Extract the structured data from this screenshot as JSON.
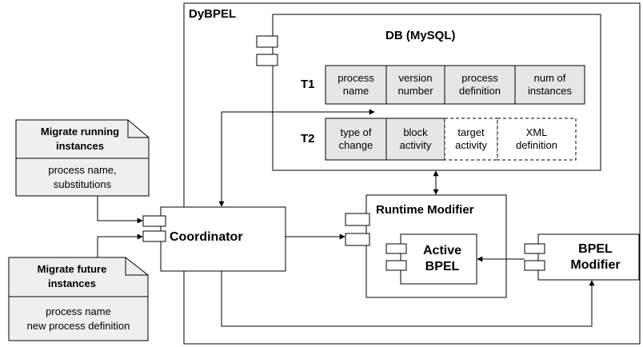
{
  "system": {
    "title": "DyBPEL"
  },
  "db": {
    "title": "DB (MySQL)",
    "t1": {
      "label": "T1",
      "cells": [
        "process\nname",
        "version\nnumber",
        "process\ndefinition",
        "num of\ninstances"
      ]
    },
    "t2": {
      "label": "T2",
      "cells": [
        "type of\nchange",
        "block\nactivity",
        "target\nactivity",
        "XML\ndefinition"
      ]
    }
  },
  "components": {
    "coordinator": "Coordinator",
    "runtime_modifier": "Runtime Modifier",
    "active_bpel": "Active\nBPEL",
    "bpel_modifier": "BPEL\nModifier"
  },
  "notes": {
    "running": {
      "title": "Migrate running\ninstances",
      "body": "process name,\nsubstitutions"
    },
    "future": {
      "title": "Migrate future\ninstances",
      "body": "process name\nnew process definition"
    }
  },
  "colors": {
    "cell_fill": "#e6e6e6",
    "note_fill": "#efefef",
    "line": "#000000"
  }
}
